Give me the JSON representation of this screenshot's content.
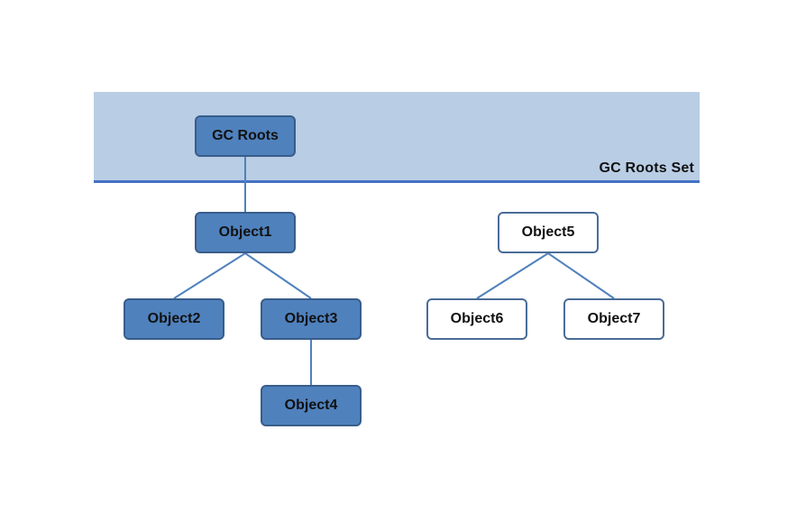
{
  "band": {
    "label": "GC Roots Set"
  },
  "nodes": {
    "gc_roots": "GC Roots",
    "object1": "Object1",
    "object2": "Object2",
    "object3": "Object3",
    "object4": "Object4",
    "object5": "Object5",
    "object6": "Object6",
    "object7": "Object7"
  },
  "edges": [
    [
      "gc_roots",
      "object1"
    ],
    [
      "object1",
      "object2"
    ],
    [
      "object1",
      "object3"
    ],
    [
      "object3",
      "object4"
    ],
    [
      "object5",
      "object6"
    ],
    [
      "object5",
      "object7"
    ]
  ],
  "colors": {
    "band_fill": "#b9cde5",
    "band_line": "#4472c4",
    "reachable_fill": "#4f81bd",
    "reachable_border": "#385d8a",
    "unreachable_fill": "#ffffff",
    "unreachable_border": "#4a6c97",
    "edge": "#4f81bd"
  }
}
